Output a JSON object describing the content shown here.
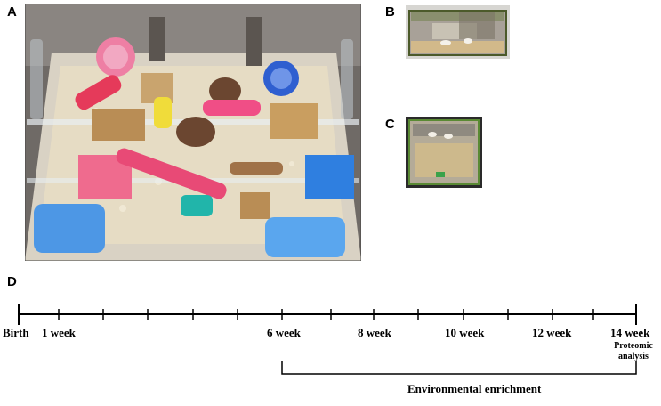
{
  "panels": {
    "a": "A",
    "b": "B",
    "c": "C",
    "d": "D"
  },
  "photos": {
    "a": {
      "scene": "large-enriched-cage-photo"
    },
    "b": {
      "scene": "standard-cage-side-photo"
    },
    "c": {
      "scene": "standard-cage-top-photo"
    }
  },
  "timeline": {
    "birth": "Birth",
    "week1": "1 week",
    "week6": "6 week",
    "week8": "8 week",
    "week10": "10 week",
    "week12": "12 week",
    "week14": "14 week",
    "proteomic_line1": "Proteomic",
    "proteomic_line2": "analysis",
    "enrichment": "Environmental enrichment"
  }
}
